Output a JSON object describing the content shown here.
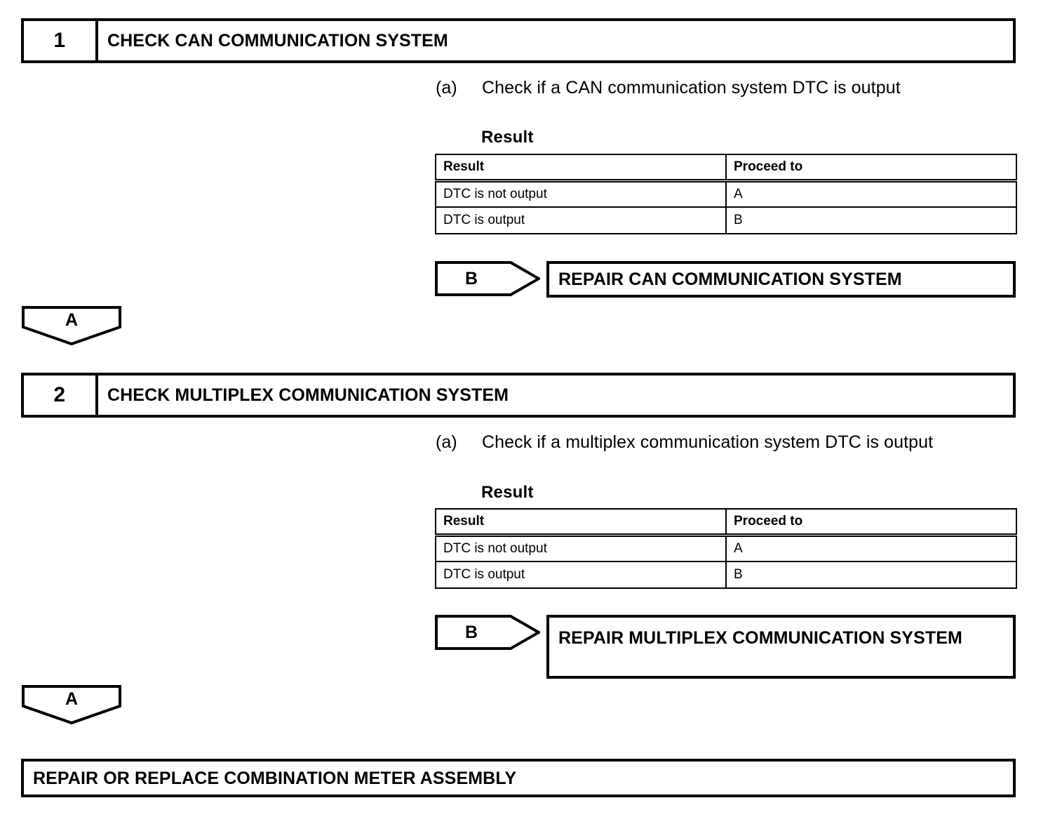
{
  "document": {
    "type": "diagnostic-flowchart",
    "title": "Combination Meter Diagnostic Procedure"
  },
  "steps": [
    {
      "number": "1",
      "title": "CHECK CAN COMMUNICATION SYSTEM",
      "procedure": {
        "marker": "(a)",
        "text": "Check if a CAN communication system DTC is output"
      },
      "result_caption": "Result",
      "table": {
        "headers": [
          "Result",
          "Proceed to"
        ],
        "rows": [
          [
            "DTC is not output",
            "A"
          ],
          [
            "DTC is output",
            "B"
          ]
        ]
      },
      "branch": {
        "connector_label": "B",
        "action": "REPAIR CAN COMMUNICATION SYSTEM"
      },
      "continue_connector": "A"
    },
    {
      "number": "2",
      "title": "CHECK MULTIPLEX COMMUNICATION SYSTEM",
      "procedure": {
        "marker": "(a)",
        "text": "Check if a multiplex communication system DTC is output"
      },
      "result_caption": "Result",
      "table": {
        "headers": [
          "Result",
          "Proceed to"
        ],
        "rows": [
          [
            "DTC is not output",
            "A"
          ],
          [
            "DTC is output",
            "B"
          ]
        ]
      },
      "branch": {
        "connector_label": "B",
        "action": "REPAIR MULTIPLEX COMMUNICATION SYSTEM"
      },
      "continue_connector": "A"
    }
  ],
  "final_action": "REPAIR OR REPLACE COMBINATION METER ASSEMBLY",
  "colors": {
    "line": "#000000",
    "background": "#ffffff",
    "text": "#000000"
  }
}
